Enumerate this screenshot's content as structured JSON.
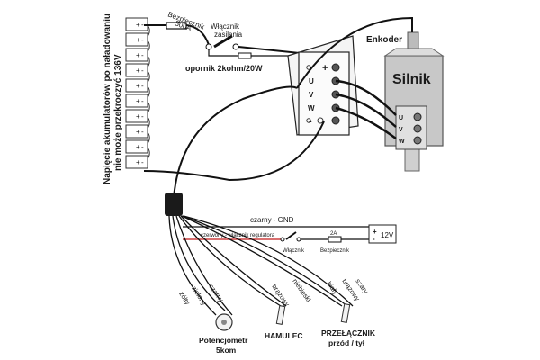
{
  "diagram": {
    "side_label_line1": "Napięcie akumulatorów po naładowaniu",
    "side_label_line2": "nie może przekroczyć 136V",
    "fuse_label": "Bezpiecznik",
    "fuse_value": "500A",
    "switch_label_line1": "Włącznik",
    "switch_label_line2": "zasilania",
    "resistor_label": "opornik 2kohm/20W",
    "encoder_label": "Enkoder",
    "motor_label": "Silnik",
    "controller_terminals": [
      "+",
      "U",
      "V",
      "W",
      "-"
    ],
    "motor_terminals": [
      "U",
      "V",
      "W"
    ],
    "ground_wire_label": "czarny - GND",
    "red_wire_label": "czerwony - włącznik regulatora",
    "small_switch_label": "Włącznik",
    "small_fuse_value": "2A",
    "small_fuse_label": "Bezpiecznik",
    "supply_label": "12V",
    "wire_colors_left": [
      "żółty",
      "zielony",
      "czarny"
    ],
    "wire_colors_mid": [
      "brązowy",
      "niebieski"
    ],
    "wire_colors_right": [
      "biały",
      "brązowy",
      "szary"
    ],
    "pot_label_line1": "Potencjometr",
    "pot_label_line2": "5kom",
    "brake_label": "HAMULEC",
    "direction_label_line1": "PRZEŁĄCZNIK",
    "direction_label_line2": "przód / tył"
  }
}
